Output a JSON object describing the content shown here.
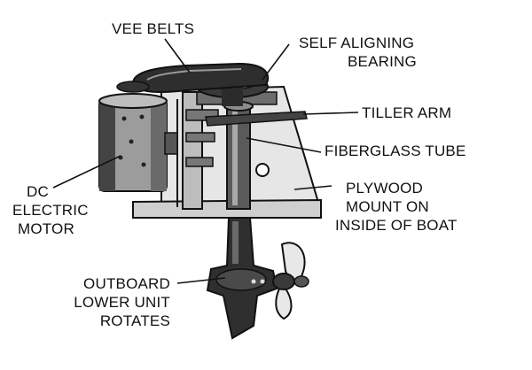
{
  "diagram": {
    "labels": {
      "vee_belts": [
        "VEE BELTS"
      ],
      "self_aligning_bearing": [
        "SELF ALIGNING",
        "BEARING"
      ],
      "tiller_arm": [
        "TILLER ARM"
      ],
      "fiberglass_tube": [
        "FIBERGLASS TUBE"
      ],
      "plywood_mount": [
        "PLYWOOD",
        "MOUNT ON",
        "INSIDE OF BOAT"
      ],
      "dc_electric_motor": [
        "DC",
        "ELECTRIC",
        "MOTOR"
      ],
      "outboard_lower_unit": [
        "OUTBOARD",
        "LOWER UNIT",
        "ROTATES"
      ]
    },
    "colors": {
      "ink": "#111111",
      "metal_dark": "#2a2a2a",
      "metal_mid": "#8a8a8a",
      "wood": "#d9d9d9"
    }
  }
}
